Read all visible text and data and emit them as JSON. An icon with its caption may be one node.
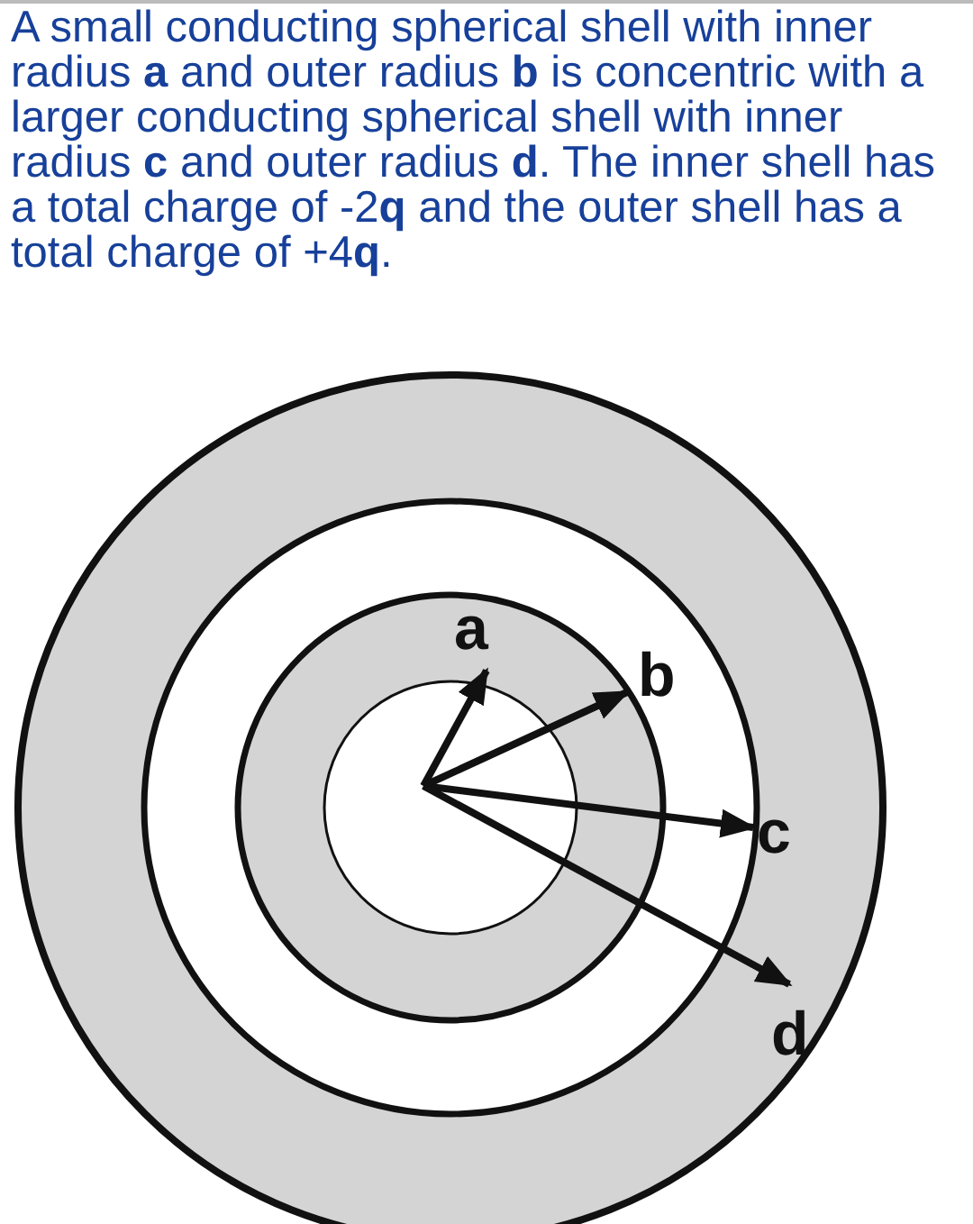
{
  "diagram": {
    "labels": [
      "A small conducting spherical shell with inner radius **a** and outer radius **b** is concentric with a larger conducting spherical shell with inner radius **c** and outer radius **d**. The inner shell has a total charge of -2**q** and the outer shell has a total charge of +4**q**.",
      "a",
      "b",
      "c",
      "d"
    ]
  }
}
